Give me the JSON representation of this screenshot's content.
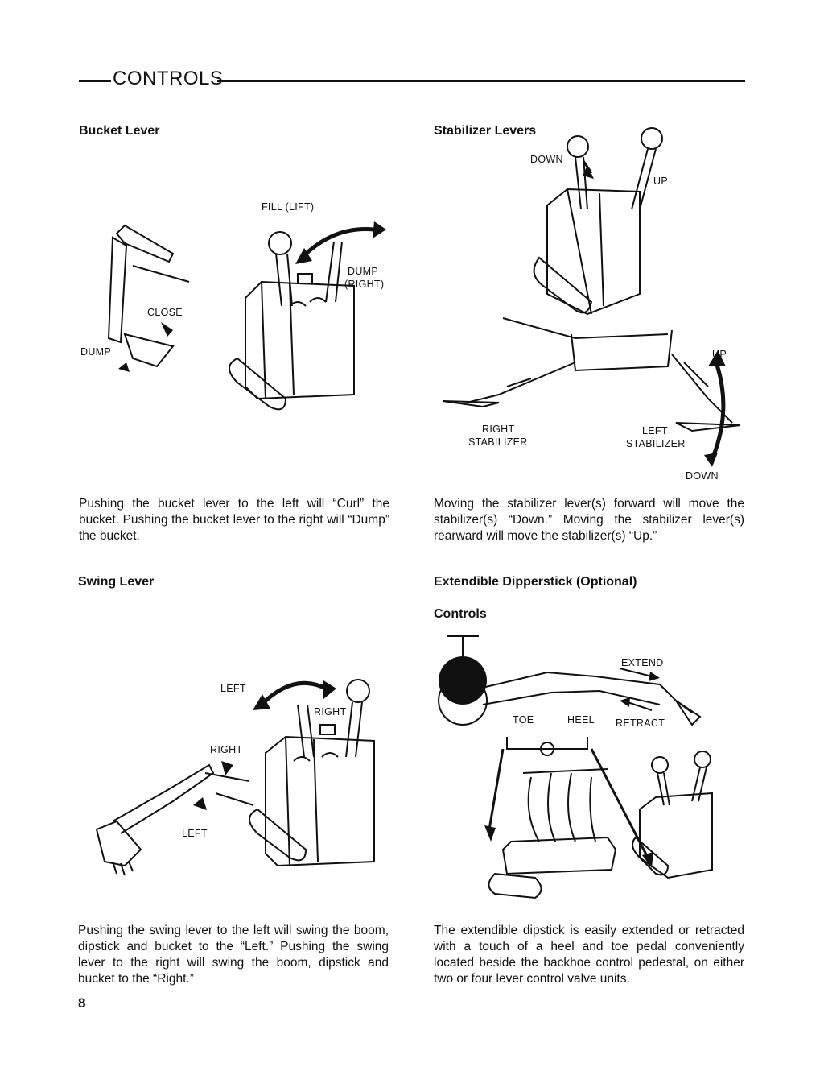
{
  "header": {
    "title": "CONTROLS"
  },
  "sections": {
    "bucket": {
      "heading": "Bucket Lever",
      "labels": {
        "fill": "FILL (LIFT)",
        "dump_right_1": "DUMP",
        "dump_right_2": "(RIGHT)",
        "close": "CLOSE",
        "dump": "DUMP"
      },
      "text": "Pushing the bucket lever to the left will “Curl” the bucket. Pushing the bucket lever to the right will “Dump” the bucket."
    },
    "stabilizer": {
      "heading": "Stabilizer Levers",
      "labels": {
        "down_top": "DOWN",
        "up_top": "UP",
        "up_right": "UP",
        "right_stab_1": "RIGHT",
        "right_stab_2": "STABILIZER",
        "left_stab_1": "LEFT",
        "left_stab_2": "STABILIZER",
        "down_bottom": "DOWN"
      },
      "text": "Moving the stabilizer lever(s) forward will move the stabilizer(s) “Down.” Moving the stabilizer lever(s) rearward will move the stabilizer(s) “Up.”"
    },
    "swing": {
      "heading": "Swing Lever",
      "labels": {
        "left_top": "LEFT",
        "right_top": "RIGHT",
        "right_mid": "RIGHT",
        "left_bottom": "LEFT"
      },
      "text": "Pushing the swing lever to the left will swing the boom, dipstick and bucket to the “Left.” Pushing the swing lever to the right will swing the boom, dipstick and bucket to the “Right.”"
    },
    "dipperstick": {
      "heading": "Extendible Dipperstick (Optional)",
      "subheading": "Controls",
      "labels": {
        "extend": "EXTEND",
        "toe": "TOE",
        "heel": "HEEL",
        "retract": "RETRACT"
      },
      "text": "The extendible dipstick is easily extended or retracted with a touch of a heel and toe pedal conveniently located beside the backhoe control pedestal, on either two or four lever control valve units."
    }
  },
  "page_number": "8"
}
